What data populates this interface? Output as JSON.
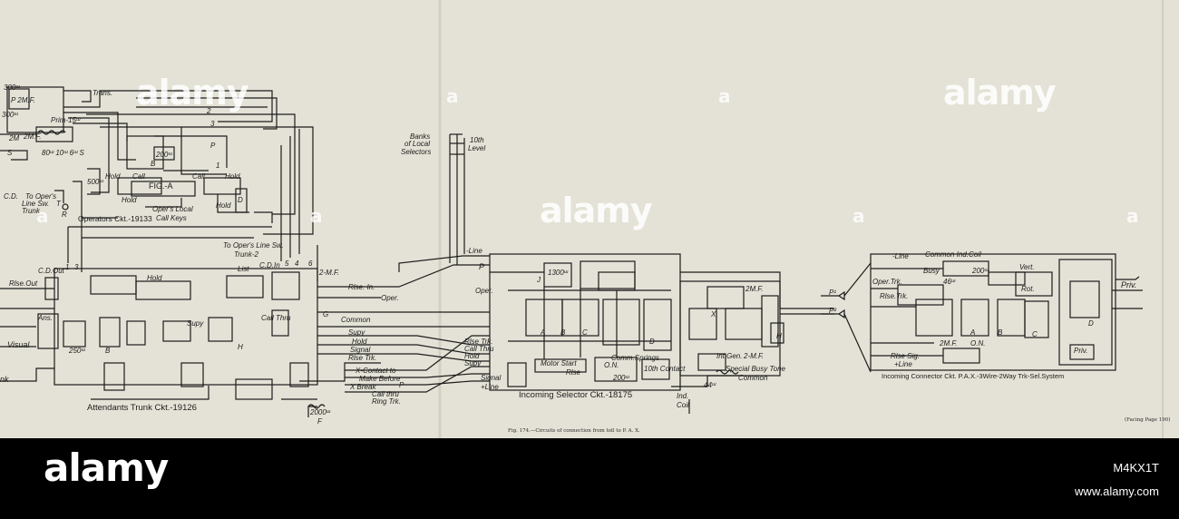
{
  "labels": {
    "trans": "Trans.",
    "r300a": "300ᵚ",
    "p2mf": "P 2M.F.",
    "r300b": "300ᵚ",
    "prim": "Prim-15ᵚ",
    "twomf_a": "2M.F.",
    "ohm2m": "2M",
    "s_lbl": "S",
    "sec80": "80ᵚ 10ᵚ 6ᵚ S",
    "cd": "C.D.",
    "to_opers": "To Oper's",
    "line_sw": "Line Sw.",
    "trunk": "Trunk",
    "two_p": "2",
    "three_p": "3",
    "p_lbl": "P",
    "r200": "200ᵚ",
    "b_lbl": "B",
    "hold1": "Hold",
    "call1": "Call",
    "call2": "Call",
    "hold2": "Hold",
    "one_lbl": "1",
    "r500": "500ᵚ",
    "figa": "FIG.-A",
    "hold3": "Hold",
    "hold4": "Hold",
    "d_lbl": "D",
    "t_lbl": "T",
    "r_lbl": "R",
    "opers_local": "Oper's Local",
    "call_keys": "Call Keys",
    "operators_ckt": "Operators Ckt.-19133",
    "to_opers_line2": "To Oper's Line Sw.",
    "trunk2": "Trunk-2",
    "banks": "Banks",
    "of_local": "of Local",
    "selectors": "Selectors",
    "tenth": "10th",
    "level": "Level",
    "cd_out": "C.D.Out",
    "n1": "1",
    "n3": "3",
    "list": "List",
    "cd_in": "C.D.In",
    "n5": "5",
    "n4": "4",
    "n6": "6",
    "twomf_b": "2-M.F.",
    "rlse_out": "Rlse.Out",
    "hold5": "Hold",
    "rlse_in": "Rlse. In.",
    "oper": "Oper.",
    "ans": "Ans.",
    "visual": "Visual",
    "r250": "250ᵚ",
    "b2": "B",
    "supy": "Supy",
    "h_lbl": "H",
    "call_thru": "Call Thru",
    "g_lbl": "G",
    "common": "Common",
    "supy2": "Supy",
    "hold6": "Hold",
    "signal": "Signal",
    "rlse_trk": "Rlse Trk.",
    "x_contact": "X-Contact to",
    "make_before": "Make Before",
    "x_break": "X  Break",
    "call_thru2": "Call thru",
    "ring_trk": "Ring Trk.",
    "p2": "P",
    "nk": "nk",
    "r2000": "2000ᵚ",
    "f_lbl": "F",
    "attendants": "Attendants Trunk Ckt.-19126",
    "line_a": "-Line",
    "p_sel": "P",
    "oper_sel": "Oper.",
    "rlse_trk_sel": "Rlse Trk.",
    "call_thru_sel": "Call Thru",
    "hold_sel": "Hold",
    "supy_sel": "Supy",
    "signal_sel": "Signal",
    "line_b": "+Line",
    "j_lbl": "J",
    "r1300": "1300ᵚ",
    "a_sel": "A",
    "b_sel": "B",
    "c_sel": "C",
    "d_sel": "D",
    "motor_start": "Motor Start",
    "rlse_sel": "Rlse",
    "on_lbl": "O.N.",
    "r200b": "200ᵚ",
    "tenth_contact": "10th Contact",
    "comm_springs": "Comm.Springs",
    "incoming_selector": "Incoming Selector Ckt.-18175",
    "ind": "Ind.",
    "coil": "Coil",
    "twomf_c": "2M.F.",
    "x_sel": "X",
    "h2": "H",
    "int_gen": "Int.Gen.",
    "twomf_d": "2-M.F.",
    "special_busy": "Special Busy Tone",
    "common2": "Common",
    "r44": "44ᵚ",
    "p1": "P¹",
    "p2p": "P²",
    "line_c": "-Line",
    "common_ind": "Common Ind.Coil",
    "busy": "Busy",
    "oper_trk": "Oper.Trk.",
    "rlse_trk_c": "Rlse.Trk.",
    "r200c": "200ᵚ",
    "r46": "46ᵚ",
    "vert": "Vert.",
    "rot": "Rot.",
    "a_c": "A",
    "b_c": "B",
    "c_c": "C",
    "on_c": "O.N.",
    "twomf_e": "2M.F.",
    "rlse_sig": "Rlse Sig.",
    "line_d": "+Line",
    "priv": "Priv.",
    "priv2": "Priv.",
    "d_c": "D",
    "incoming_connector": "Incoming Connector Ckt. P.A.X.-3Wire-2Way Trk-Sel.System",
    "caption": "Fig. 174.—Circuits of connection from toll to P. A. X.",
    "facing": "(Facing Page 190)"
  },
  "watermark": {
    "word": "alamy",
    "letter": "a"
  },
  "footer": {
    "brand": "alamy",
    "image_id": "M4KX1T",
    "site": "www.alamy.com"
  },
  "colors": {
    "paper": "#e4e2d6",
    "ink": "#1c1c1c",
    "footer": "#000000"
  }
}
